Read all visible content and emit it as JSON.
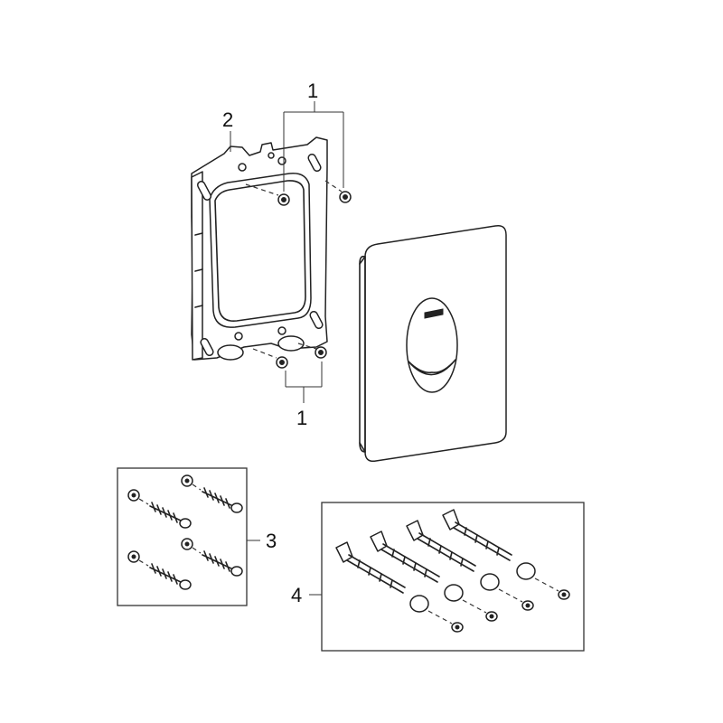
{
  "callouts": {
    "screws_top": "1",
    "frame": "2",
    "screws_bottom": "1",
    "wall_screws": "3",
    "extension_bolts": "4"
  },
  "parts": {
    "frame": "mounting-frame",
    "plate": "flush-plate",
    "screw_icon": "screw-icon",
    "bolt_icon": "extension-bolt-icon"
  },
  "colors": {
    "line": "#222222",
    "background": "#ffffff"
  }
}
